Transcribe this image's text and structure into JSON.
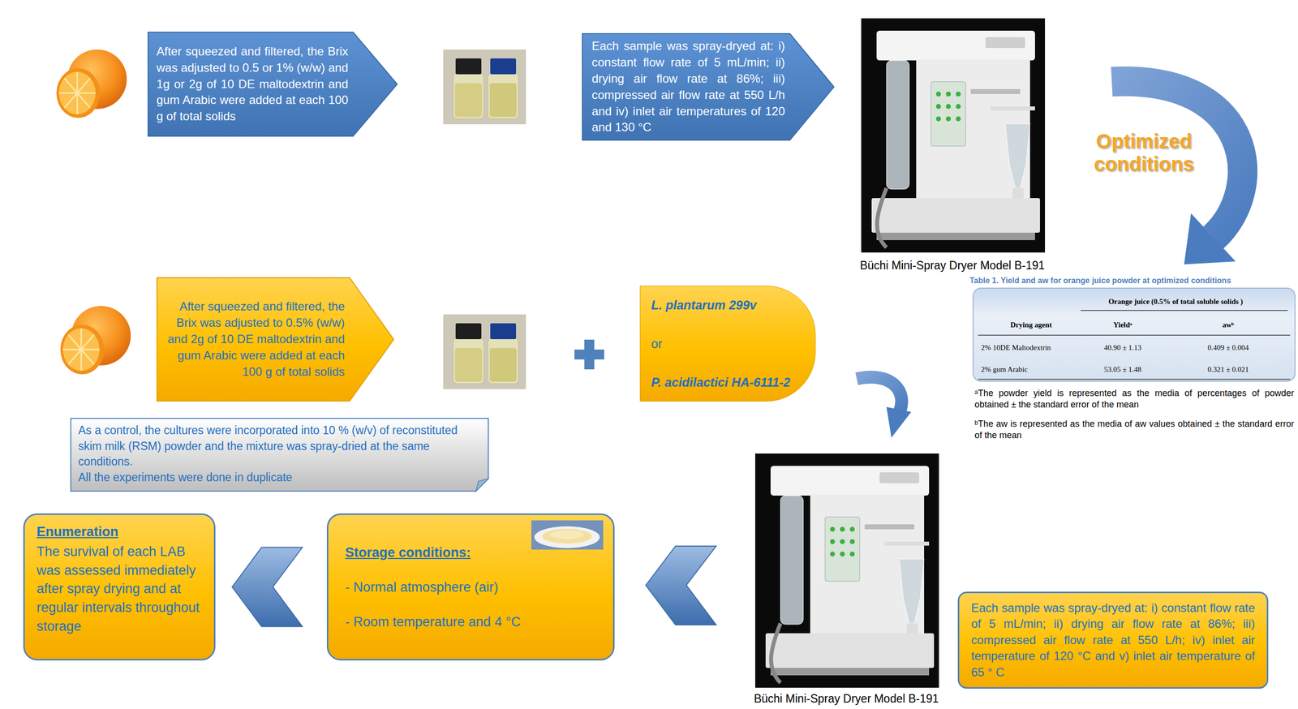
{
  "diagram": {
    "nodes": [
      {
        "text": [
          "After squeezed and filtered, the Brix was adjusted to 0.5 or 1% (w/w) and 1g or 2g of 10 DE maltodextrin and gum Arabic were added at each 100 g of total solids"
        ]
      },
      {
        "text": [
          "Each sample was spray-dryed at: i) constant flow rate of 5 mL/min; ii) drying air flow rate at 86%; iii) compressed air flow rate at 550 L/h and iv) inlet air temperatures of 120 and 130 °C"
        ]
      },
      {
        "text": [
          "After squeezed and filtered, the Brix was adjusted to 0.5% (w/w) and 2g of 10 DE maltodextrin and gum Arabic were added at each 100 g of total solids"
        ]
      },
      {
        "text": [
          "L. plantarum 299v",
          "or",
          "P. acidilactici HA-6111-2"
        ]
      },
      {
        "text": [
          "As a control, the cultures were incorporated into 10 % (w/v) of reconstituted skim milk (RSM) powder and the mixture was spray-dried at the same conditions.",
          "All the experiments were done in duplicate"
        ]
      },
      {
        "text": [
          "Enumeration",
          "The survival of each LAB was assessed immediately after spray drying and at regular intervals throughout storage"
        ]
      },
      {
        "text": [
          "Storage conditions:",
          "- Normal atmosphere (air)",
          "- Room temperature and 4 °C"
        ]
      },
      {
        "text": [
          "Each sample was spray-dryed at: i) constant flow rate of 5 mL/min; ii) drying air flow rate at 86%; iii) compressed air flow rate at 550 L/h; iv) inlet air temperature of 120 °C and v) inlet air temperature of 65 ° C"
        ]
      }
    ],
    "edges": [
      {
        "from": 6,
        "to": 5,
        "arrow": "to"
      }
    ],
    "labels": [
      "Büchi Mini-Spray Dryer Model B-191",
      "Optimized conditions",
      "Table 1. Yield and aw for orange juice powder at optimized conditions",
      "Orange juice (0.5% of total soluble solids )",
      "Drying agent",
      "Yieldᵃ",
      "awᵇ",
      "2% 10DE Maltodextrin",
      "40.90 ± 1.13",
      "0.409 ± 0.004",
      "2% gum Arabic",
      "53.05 ± 1.48",
      "0.321 ± 0.021",
      "ᵃThe powder yield is represented as the media of percentages of powder obtained ± the standard error of the mean",
      "ᵇThe aw is represented as the media of aw values obtained ± the standard error of the mean",
      "Büchi Mini-Spray Dryer Model B-191"
    ]
  }
}
